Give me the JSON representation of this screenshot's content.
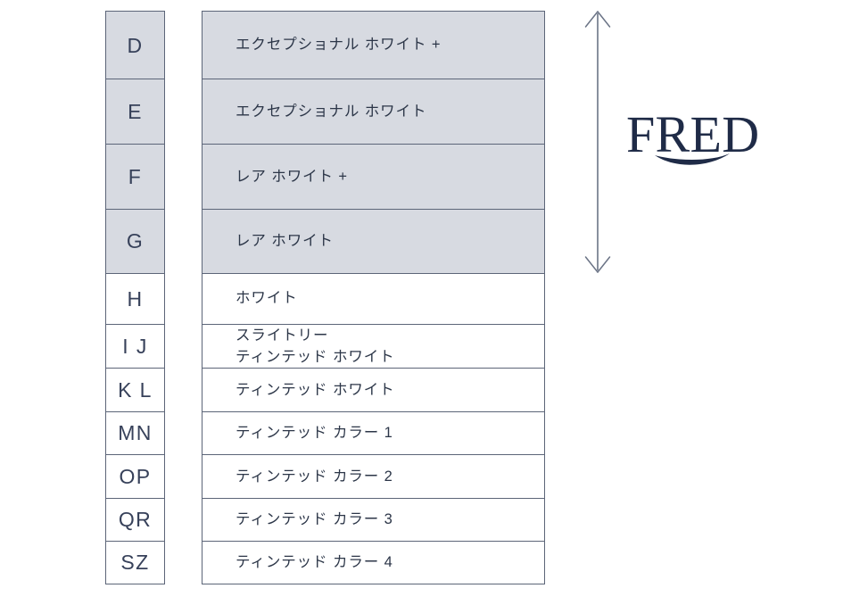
{
  "brand": {
    "name": "FRED",
    "logo_color": "#1f2b47"
  },
  "arrow": {
    "icon": "double-headed-vertical-arrow",
    "color": "#6b7486",
    "meaning": "exceptional-to-rare-white-range"
  },
  "colors": {
    "shaded_row_fill": "#d7dae1",
    "plain_row_fill": "#ffffff",
    "border": "#5c6578",
    "text": "#2c3648",
    "grade_text": "#37415a"
  },
  "table": {
    "columns": [
      "grade",
      "description"
    ],
    "rows": [
      {
        "grade": "D",
        "description": "エクセプショナル ホワイト +",
        "shaded": true
      },
      {
        "grade": "E",
        "description": "エクセプショナル ホワイト",
        "shaded": true
      },
      {
        "grade": "F",
        "description": "レア ホワイト +",
        "shaded": true
      },
      {
        "grade": "G",
        "description": "レア ホワイト",
        "shaded": true
      },
      {
        "grade": "H",
        "description": "ホワイト",
        "shaded": false
      },
      {
        "grade": "I J",
        "description": "スライトリー\nティンテッド ホワイト",
        "shaded": false
      },
      {
        "grade": "K L",
        "description": "ティンテッド ホワイト",
        "shaded": false
      },
      {
        "grade": "MN",
        "description": "ティンテッド カラー 1",
        "shaded": false
      },
      {
        "grade": "OP",
        "description": "ティンテッド カラー 2",
        "shaded": false
      },
      {
        "grade": "QR",
        "description": "ティンテッド カラー 3",
        "shaded": false
      },
      {
        "grade": "SZ",
        "description": "ティンテッド カラー 4",
        "shaded": false
      }
    ]
  }
}
